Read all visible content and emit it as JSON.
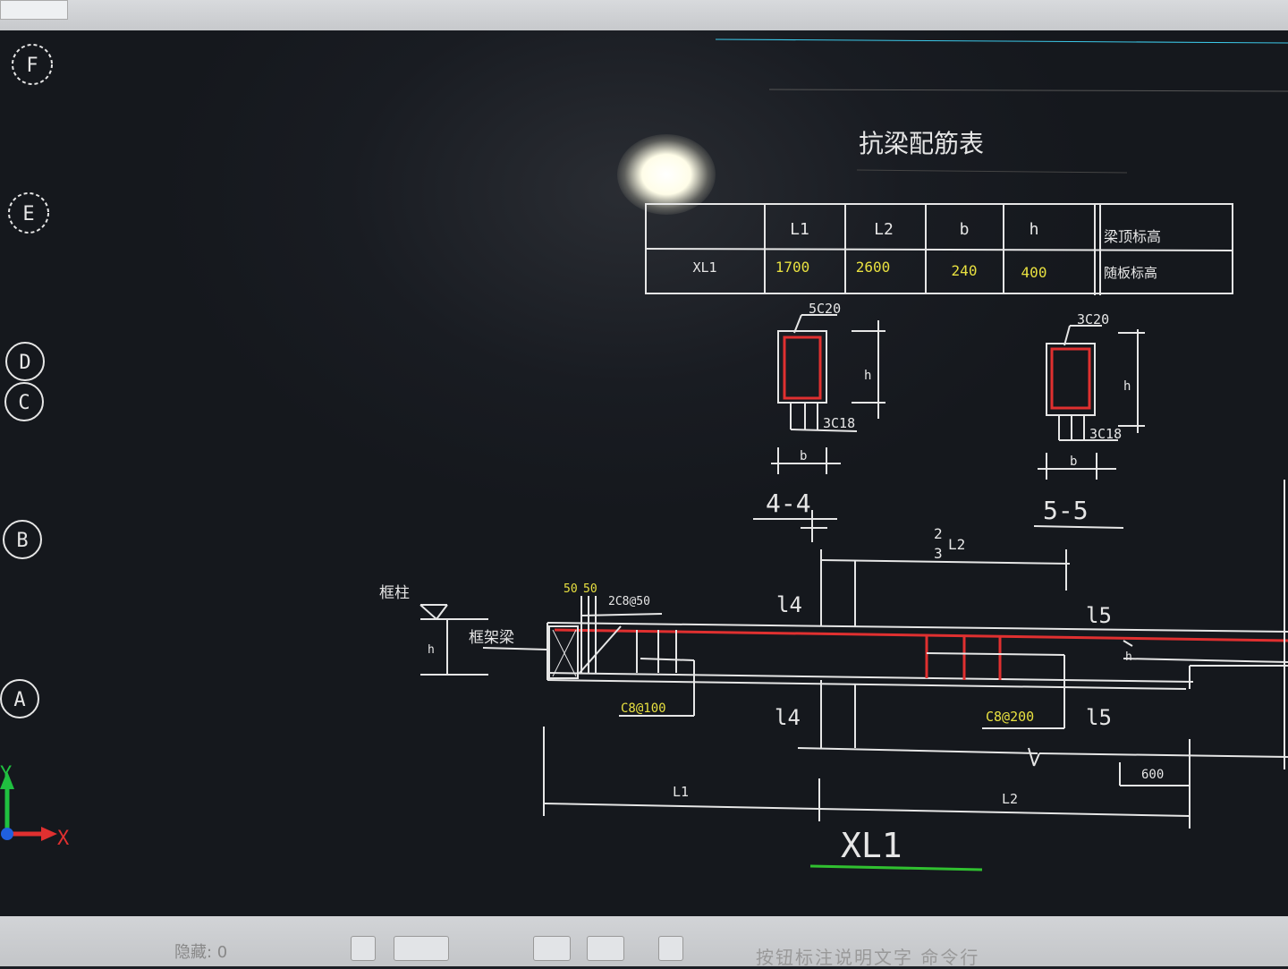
{
  "grid_axes": [
    "F",
    "E",
    "D",
    "C",
    "B",
    "A"
  ],
  "ucs": {
    "y_label": "Y",
    "x_label": "X"
  },
  "cad": {
    "table_title": "抗梁配筋表",
    "table_headers": [
      "",
      "L1",
      "L2",
      "b",
      "h",
      "梁顶标高"
    ],
    "table_row": [
      "XL1",
      "1700",
      "2600",
      "240",
      "400",
      "随板标高"
    ],
    "section_4_label": "4-4",
    "section_5_label": "5-5",
    "sec4_top_bars": "5C20",
    "sec4_bottom_bars": "3C18",
    "sec5_top_bars": "3C20",
    "sec5_bottom_bars": "3C18",
    "dim_b": "b",
    "dim_h": "h",
    "mark_l4": "l4",
    "mark_l5": "l5",
    "two_thirds_num": "2",
    "two_thirds_den": "3",
    "two_thirds_sym": "L2",
    "label_column": "框柱",
    "label_beam": "框架梁",
    "spacing_50a": "50",
    "spacing_50b": "50",
    "stirrup_2c8": "2C8@50",
    "stirrup_left": "C8@100",
    "stirrup_right": "C8@200",
    "dim_600": "600",
    "dim_l1": "L1",
    "dim_l2": "L2",
    "beam_name": "XL1"
  },
  "status": {
    "hidden_label": "隐藏: 0"
  },
  "toolbar_text": "按钮标注说明文字 命令行",
  "colors": {
    "line": "#e6e6e6",
    "rebar": "#e03030",
    "text_yellow": "#e8e040",
    "note_cyan": "#3cc8e8",
    "ucs_green": "#20c040",
    "ucs_blue": "#2060e0",
    "ucs_red": "#e03030",
    "underline_green": "#30c030"
  }
}
